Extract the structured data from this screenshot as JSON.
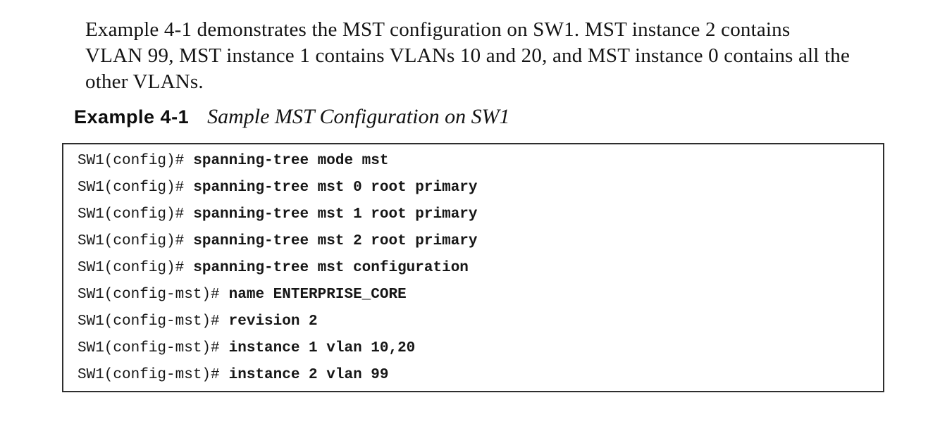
{
  "colors": {
    "text": "#141414",
    "border": "#2e2e2e",
    "background": "#ffffff"
  },
  "paragraph": {
    "lines": [
      "Example 4-1 demonstrates the MST configuration on SW1. MST instance 2 contains",
      "VLAN 99, MST instance 1 contains VLANs 10 and 20, and MST instance 0 contains all the",
      "other VLANs."
    ]
  },
  "caption": {
    "label": "Example 4-1",
    "title": "Sample MST Configuration on SW1"
  },
  "code_block": {
    "lines": [
      {
        "prompt": "SW1(config)#",
        "command": "spanning-tree mode mst"
      },
      {
        "prompt": "SW1(config)#",
        "command": "spanning-tree mst 0 root primary"
      },
      {
        "prompt": "SW1(config)#",
        "command": "spanning-tree mst 1 root primary"
      },
      {
        "prompt": "SW1(config)#",
        "command": "spanning-tree mst 2 root primary"
      },
      {
        "prompt": "SW1(config)#",
        "command": "spanning-tree mst configuration"
      },
      {
        "prompt": "SW1(config-mst)#",
        "command": "name ENTERPRISE_CORE"
      },
      {
        "prompt": "SW1(config-mst)#",
        "command": "revision 2"
      },
      {
        "prompt": "SW1(config-mst)#",
        "command": "instance 1 vlan 10,20"
      },
      {
        "prompt": "SW1(config-mst)#",
        "command": "instance 2 vlan 99"
      }
    ]
  }
}
